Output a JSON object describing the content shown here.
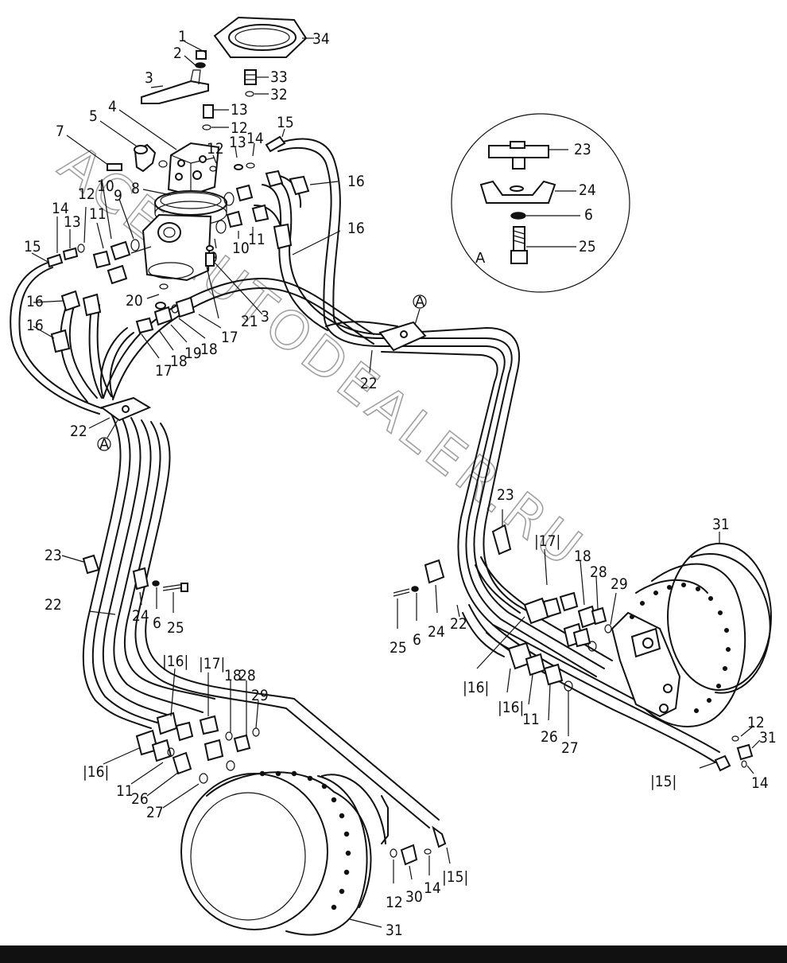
{
  "watermark": "ACE AUTODEALER.RU",
  "detail_view_label": "A",
  "callout_marker": "A",
  "labels": {
    "l1": "1",
    "l2": "2",
    "l3": "3",
    "l4": "4",
    "l5": "5",
    "l7": "7",
    "l8": "8",
    "l9a": "9",
    "l9b": "9",
    "l10a": "10",
    "l10b": "10",
    "l11a": "11",
    "l11b": "11",
    "l11c": "11",
    "l11d": "11",
    "l12a": "12",
    "l12b": "12",
    "l12c": "12",
    "l12d": "12",
    "l12e": "12",
    "l12f": "12",
    "l13a": "13",
    "l13b": "13",
    "l13c": "13",
    "l14a": "14",
    "l14b": "14",
    "l14c": "14",
    "l14d": "14",
    "l15a": "15",
    "l15b": "15",
    "l15c": "|15|",
    "l15d": "|15|",
    "l16a": "16",
    "l16b": "16",
    "l16c": "16",
    "l16d": "16",
    "l16e": "|16|",
    "l16f": "|16|",
    "l16g": "|16|",
    "l16h": "|16|",
    "l17a": "17",
    "l17b": "17",
    "l17c": "|17|",
    "l17d": "|17|",
    "l18a": "18",
    "l18b": "18",
    "l18c": "18",
    "l18d": "18",
    "l19": "19",
    "l20": "20",
    "l21": "21",
    "l3b": "3",
    "l22a": "22",
    "l22b": "22",
    "l22c": "22",
    "l22d": "22",
    "l23a": "23",
    "l23b": "23",
    "l23c": "23",
    "l24a": "24",
    "l24b": "24",
    "l24c": "24",
    "l25a": "25",
    "l25b": "25",
    "l25c": "25",
    "l6a": "6",
    "l6b": "6",
    "l6c": "6",
    "l26a": "26",
    "l26b": "26",
    "l27a": "27",
    "l27b": "27",
    "l28a": "28",
    "l28b": "28",
    "l29a": "29",
    "l29b": "29",
    "l30": "30",
    "l31a": "31",
    "l31b": "31",
    "l31c": "31",
    "l32": "32",
    "l33": "33",
    "l34": "34"
  }
}
